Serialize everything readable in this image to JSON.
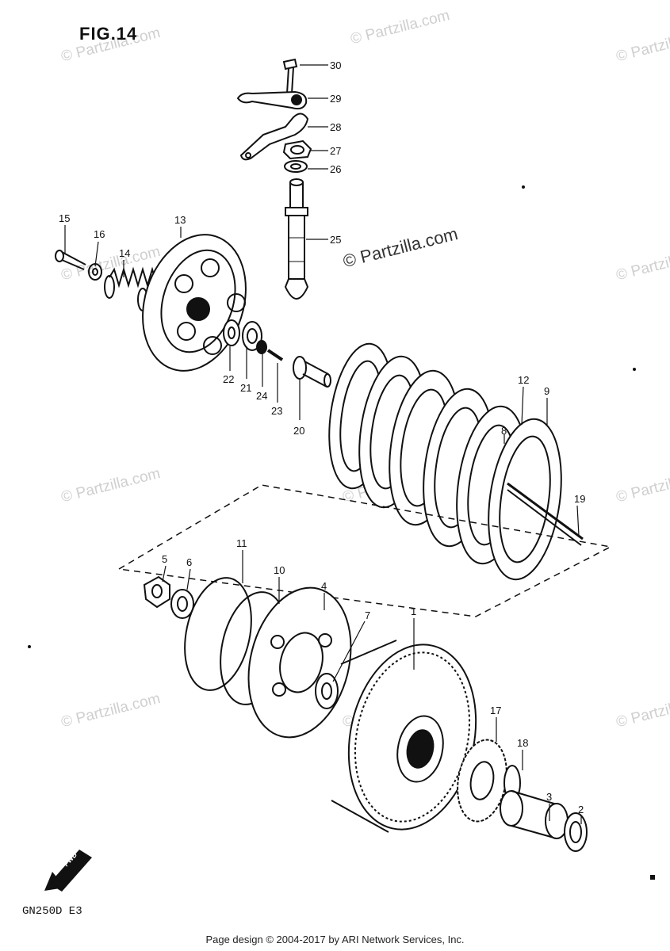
{
  "figure": {
    "title": "FIG.14",
    "model_code": "GN250D  E3",
    "credit": "Page design © 2004-2017 by ARI Network Services, Inc.",
    "watermark_main": "© Partzilla.com",
    "watermark_faint": "© Partzilla.com",
    "fwd_label": "FWD"
  },
  "callouts": [
    {
      "num": "30"
    },
    {
      "num": "29"
    },
    {
      "num": "28"
    },
    {
      "num": "27"
    },
    {
      "num": "26"
    },
    {
      "num": "25"
    },
    {
      "num": "15"
    },
    {
      "num": "16"
    },
    {
      "num": "14"
    },
    {
      "num": "13"
    },
    {
      "num": "22"
    },
    {
      "num": "21"
    },
    {
      "num": "24"
    },
    {
      "num": "23"
    },
    {
      "num": "20"
    },
    {
      "num": "8"
    },
    {
      "num": "12"
    },
    {
      "num": "9"
    },
    {
      "num": "19"
    },
    {
      "num": "11"
    },
    {
      "num": "5"
    },
    {
      "num": "6"
    },
    {
      "num": "10"
    },
    {
      "num": "4"
    },
    {
      "num": "7"
    },
    {
      "num": "1"
    },
    {
      "num": "17"
    },
    {
      "num": "18"
    },
    {
      "num": "3"
    },
    {
      "num": "2"
    }
  ],
  "colors": {
    "ink": "#111111",
    "watermark": "#cfcfcf",
    "background": "#ffffff"
  }
}
